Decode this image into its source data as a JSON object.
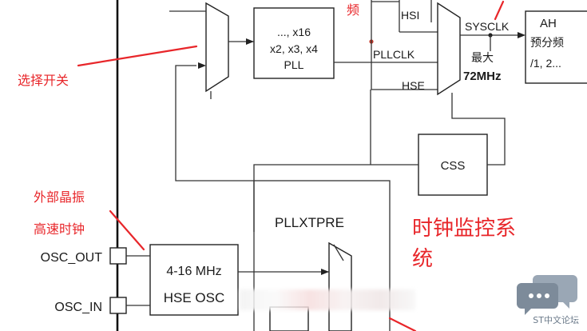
{
  "diagram": {
    "pll_block": {
      "line1": "..., x16",
      "line2": "x2, x3, x4",
      "line3": "PLL"
    },
    "pllxtpre_label": "PLLXTPRE",
    "hse_osc_block": {
      "line1": "4-16 MHz",
      "line2": "HSE OSC"
    },
    "css_block": "CSS",
    "mux_inputs": {
      "hsi": "HSI",
      "pllclk": "PLLCLK",
      "hse": "HSE"
    },
    "sysclk_label": "SYSCLK",
    "max_freq": {
      "line1": "最大",
      "line2": "72MHz"
    },
    "ahb_block": {
      "line1": "AH",
      "line2": "预分频",
      "line3": "/1, 2..."
    },
    "pins": {
      "osc_out": "OSC_OUT",
      "osc_in": "OSC_IN"
    }
  },
  "annotations": {
    "select_switch": "选择开关",
    "external_crystal": "外部晶振",
    "high_speed_clock": "高速时钟",
    "clock_monitor_line1": "时钟监控系",
    "clock_monitor_line2": "统",
    "freq_partial": "频"
  },
  "watermark": {
    "text": "ST中文论坛",
    "icon": "chat-bubbles-icon"
  },
  "colors": {
    "annotation_red": "#e8262a",
    "line_dark": "#222222",
    "watermark_gray": "#6b7a8a"
  }
}
